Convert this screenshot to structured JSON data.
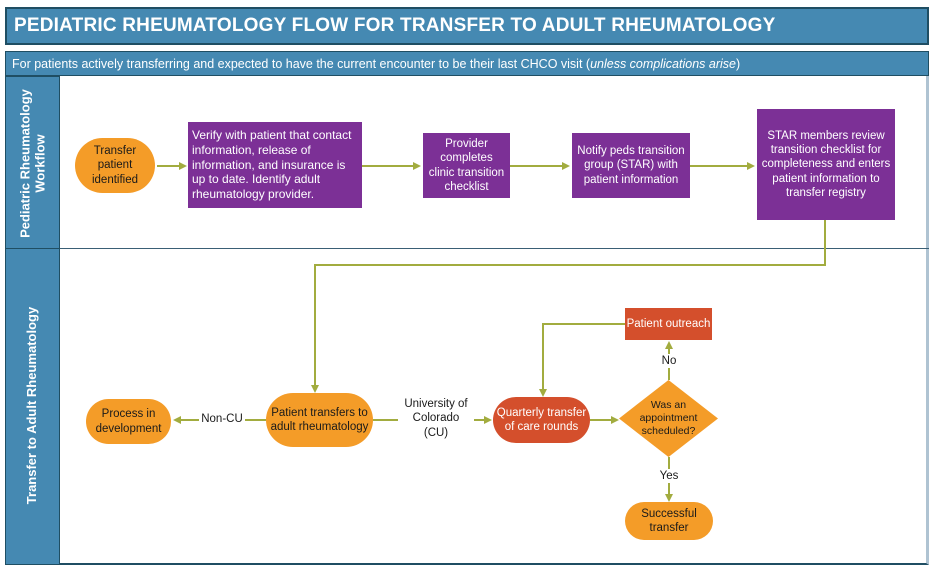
{
  "title": "PEDIATRIC RHEUMATOLOGY FLOW FOR TRANSFER TO ADULT RHEUMATOLOGY",
  "subtitle": {
    "prefix": "For patients actively transferring and expected to have the current encounter to be their last CHCO visit (",
    "italic": "unless complications arise",
    "suffix": ")"
  },
  "lanes": [
    {
      "label": "Pediatric Rheumatology Workflow"
    },
    {
      "label": "Transfer to Adult Rheumatology"
    }
  ],
  "nodes": {
    "transfer_identified": {
      "label": "Transfer patient identified",
      "shape": "stadium",
      "color": "#F49C28"
    },
    "verify": {
      "label": "Verify with patient that contact information, release of information, and insurance is up to date. Identify adult rheumatology provider.",
      "shape": "rectangle",
      "color": "#7C3096"
    },
    "provider_checklist": {
      "label": "Provider completes clinic transition checklist",
      "shape": "rectangle",
      "color": "#7C3096"
    },
    "notify_star": {
      "label": "Notify peds transition group (STAR) with patient information",
      "shape": "rectangle",
      "color": "#7C3096"
    },
    "star_review": {
      "label": "STAR members review transition checklist for completeness and enters patient information to transfer registry",
      "shape": "rectangle",
      "color": "#7C3096"
    },
    "process_development": {
      "label": "Process in development",
      "shape": "stadium",
      "color": "#F49C28"
    },
    "patient_transfers": {
      "label": "Patient transfers to adult rheumatology",
      "shape": "stadium",
      "color": "#F49C28"
    },
    "quarterly_rounds": {
      "label": "Quarterly transfer of care rounds",
      "shape": "stadium",
      "color": "#D44F2C"
    },
    "appointment_decision": {
      "label": "Was an appointment scheduled?",
      "shape": "diamond",
      "color": "#F49C28"
    },
    "patient_outreach": {
      "label": "Patient outreach",
      "shape": "rectangle",
      "color": "#D44F2C"
    },
    "successful_transfer": {
      "label": "Successful transfer",
      "shape": "stadium",
      "color": "#F49C28"
    }
  },
  "edge_labels": {
    "non_cu": "Non-CU",
    "cu": "University of Colorado (CU)",
    "no": "No",
    "yes": "Yes"
  },
  "colors": {
    "header_blue": "#4589B2",
    "navy_border": "#1F4E63",
    "purple": "#7C3096",
    "orange": "#F49C28",
    "red_orange": "#D44F2C",
    "connector_green": "#A2AC3F",
    "divider": "#3A5F75"
  }
}
